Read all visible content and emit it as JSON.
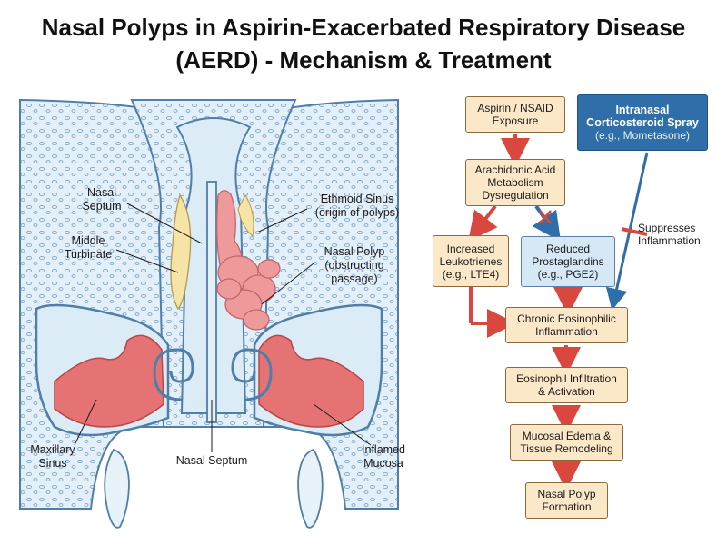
{
  "title": {
    "line1": "Nasal Polyps in Aspirin-Exacerbated Respiratory Disease",
    "line2": "(AERD) - Mechanism & Treatment"
  },
  "anatomy_labels": {
    "nasal_septum_top": "Nasal\nSeptum",
    "middle_turbinate": "Middle\nTurbinate",
    "ethmoid_sinus": "Ethmoid Sinus\n(origin of polyps)",
    "nasal_polyp": "Nasal Polyp\n(obstructing\npassage)",
    "maxillary_sinus": "Maxillary\nSinus",
    "nasal_septum_bottom": "Nasal Septum",
    "inflamed_mucosa": "Inflamed\nMucosa"
  },
  "flowchart": {
    "aspirin": "Aspirin / NSAID\nExposure",
    "arachidonic": "Arachidonic Acid\nMetabolism\nDysregulation",
    "leukotrienes": "Increased\nLeukotrienes\n(e.g., LTE4)",
    "prostaglandins": "Reduced\nProstaglandins\n(e.g., PGE2)",
    "chronic": "Chronic Eosinophilic\nInflammation",
    "eosinophil": "Eosinophil Infiltration\n& Activation",
    "edema": "Mucosal Edema &\nTissue Remodeling",
    "polyp_formation": "Nasal Polyp\nFormation",
    "steroid_title": "Intranasal\nCorticosteroid Spray",
    "steroid_example": "(e.g., Mometasone)",
    "suppresses": "Suppresses\nInflammation"
  },
  "colors": {
    "arrow_red": "#d9473f",
    "arrow_blue": "#2f6ea8",
    "box_beige": "#fbe8c8",
    "box_blue": "#d6e8f6",
    "box_dark_blue": "#2f6ea8",
    "polyp_pink": "#ef9a9a",
    "mucosa_red": "#e57373",
    "sinus_blue": "#dcecf7"
  }
}
